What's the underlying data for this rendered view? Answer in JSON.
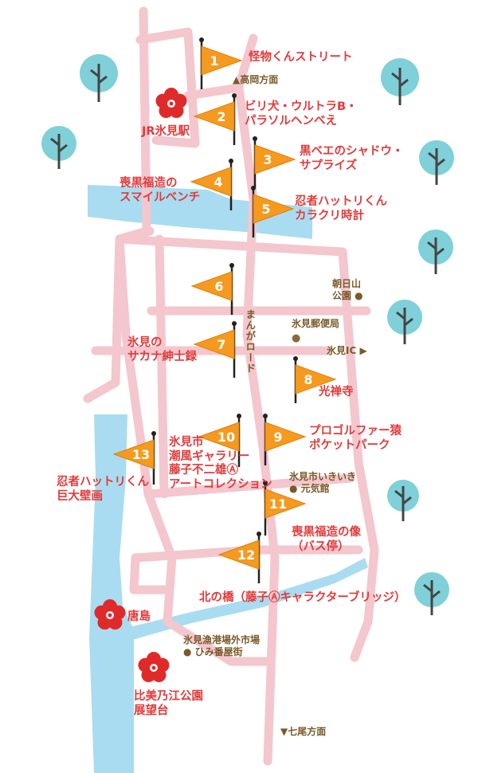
{
  "spots": [
    {
      "num": "1",
      "name": "怪物くんストリート"
    },
    {
      "num": "2",
      "name": "ビリ犬・ウルトラB・\nパラソルヘンベえ"
    },
    {
      "num": "3",
      "name": "黒ベエのシャドウ・\nサプライズ"
    },
    {
      "num": "4",
      "name": "喪黒福造の\nスマイルベンチ"
    },
    {
      "num": "5",
      "name": "忍者ハットリくん\nカラクリ時計"
    },
    {
      "num": "6",
      "name": ""
    },
    {
      "num": "7",
      "name": "氷見の\nサカナ紳士録"
    },
    {
      "num": "8",
      "name": "光禅寺"
    },
    {
      "num": "9",
      "name": "プロゴルファー猿\nポケットパーク"
    },
    {
      "num": "10",
      "name": "氷見市\n潮風ギャラリー\n藤子不二雄Ⓐ\nアートコレクション"
    },
    {
      "num": "11",
      "name": ""
    },
    {
      "num": "12",
      "name": "喪黒福造の像\n（バス停）"
    },
    {
      "num": "13",
      "name": "忍者ハットリくん\n巨大壁画"
    }
  ],
  "labels": {
    "jr_station": "JR氷見駅",
    "bridge": "北の橋（藤子Ⓐキャラクターブリッジ）",
    "karashima": "唐島",
    "park_view": "比美乃江公園\n展望台",
    "road_name": "まんがロード",
    "takaoka": "▲高岡方面",
    "nanao": "▼七尾方面",
    "himi_ic": "氷見IC ▶",
    "asahiyama": "朝日山\n公園 ●",
    "post_office": "氷見郵便局",
    "genki": "氷見市いきいき\n● 元気館",
    "fish_market": "氷見漁港場外市場\n● ひみ番屋街"
  },
  "colors": {
    "road": "#f4c6cd",
    "river": "#a9dcf0",
    "flag": "#f59a1e",
    "label_red": "#e23a3a",
    "label_brown": "#7a5a2a",
    "tree": "#7fd0d8"
  }
}
